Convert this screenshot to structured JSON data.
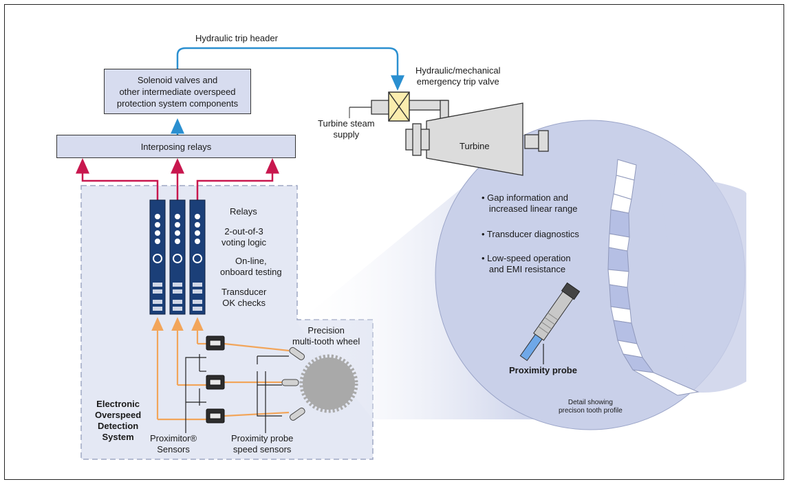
{
  "labels": {
    "hydraulic_trip_header": "Hydraulic trip header",
    "solenoid_box": "Solenoid valves and\nother intermediate overspeed\nprotection system components",
    "interposing_relays": "Interposing relays",
    "trip_valve": "Hydraulic/mechanical\nemergency trip valve",
    "steam_supply": "Turbine steam\nsupply",
    "turbine": "Turbine",
    "relays": "Relays",
    "voting_logic": "2-out-of-3\nvoting logic",
    "online_testing": "On-line,\nonboard testing",
    "transducer_ok": "Transducer\nOK checks",
    "precision_wheel": "Precision\nmulti-tooth wheel",
    "edds": "Electronic\nOverspeed\nDetection\nSystem",
    "proximitor": "Proximitor®\nSensors",
    "probe_sensors": "Proximity probe\nspeed sensors",
    "bullet_1": "• Gap information and\n   increased linear range",
    "bullet_2": "• Transducer diagnostics",
    "bullet_3": "• Low-speed operation\n   and EMI resistance",
    "proximity_probe": "Proximity probe",
    "detail": "Detail showing\nprecison tooth profile"
  },
  "colors": {
    "box_fill": "#d7dcef",
    "panel_fill": "#e4e8f4",
    "panel_border": "#9ea7c4",
    "circle_fill": "#c9d0e9",
    "relay_red": "#c8174e",
    "signal_orange": "#f2a55a",
    "hydraulic_blue": "#2a8fd0",
    "turbine_grey": "#dcdcdc"
  }
}
